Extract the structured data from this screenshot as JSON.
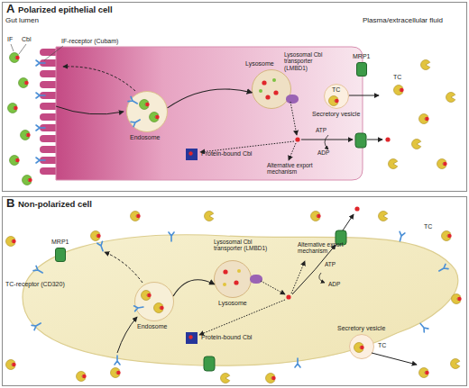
{
  "diagram": {
    "nodes": [
      {
        "text": [
          "A",
          "Polarized epithelial cell"
        ]
      },
      {
        "text": [
          "Endosome"
        ],
        "in": 0
      },
      {
        "text": [
          "Lysosome"
        ],
        "in": 0
      },
      {
        "text": [
          "Lysosomal Cbl transporter (LMBD1)"
        ],
        "in": 0
      },
      {
        "text": [
          "TC",
          "Secretory vesicle"
        ],
        "in": 0
      },
      {
        "text": [
          "MRP1"
        ],
        "in": 0
      },
      {
        "text": [
          "Protein-bound Cbl"
        ],
        "in": 0
      },
      {
        "text": [
          "B",
          "Non-polarized cell"
        ]
      },
      {
        "text": [
          "MRP1"
        ],
        "in": 7
      },
      {
        "text": [
          "Endosome"
        ],
        "in": 7
      },
      {
        "text": [
          "Lysosome"
        ],
        "in": 7
      },
      {
        "text": [
          "Lysosomal Cbl transporter (LMBD1)"
        ],
        "in": 7
      },
      {
        "text": [
          "TC",
          "Secretory vesicle"
        ],
        "in": 7
      },
      {
        "text": [
          "Protein-bound Cbl"
        ],
        "in": 7
      }
    ],
    "edges": [
      {
        "from": 1,
        "to": 2,
        "arrow": "to"
      },
      {
        "from": 9,
        "to": 10,
        "arrow": "to"
      }
    ],
    "labels": [
      "Gut lumen",
      "Plasma/extracellular fluid",
      "IF",
      "Cbl",
      "IF-receptor (Cubam)",
      "TC",
      "ATP",
      "ADP",
      "Alternative export mechanism",
      "TC-receptor (CD320)",
      "TC",
      "Alternative export mechanism",
      "ATP",
      "ADP"
    ]
  }
}
